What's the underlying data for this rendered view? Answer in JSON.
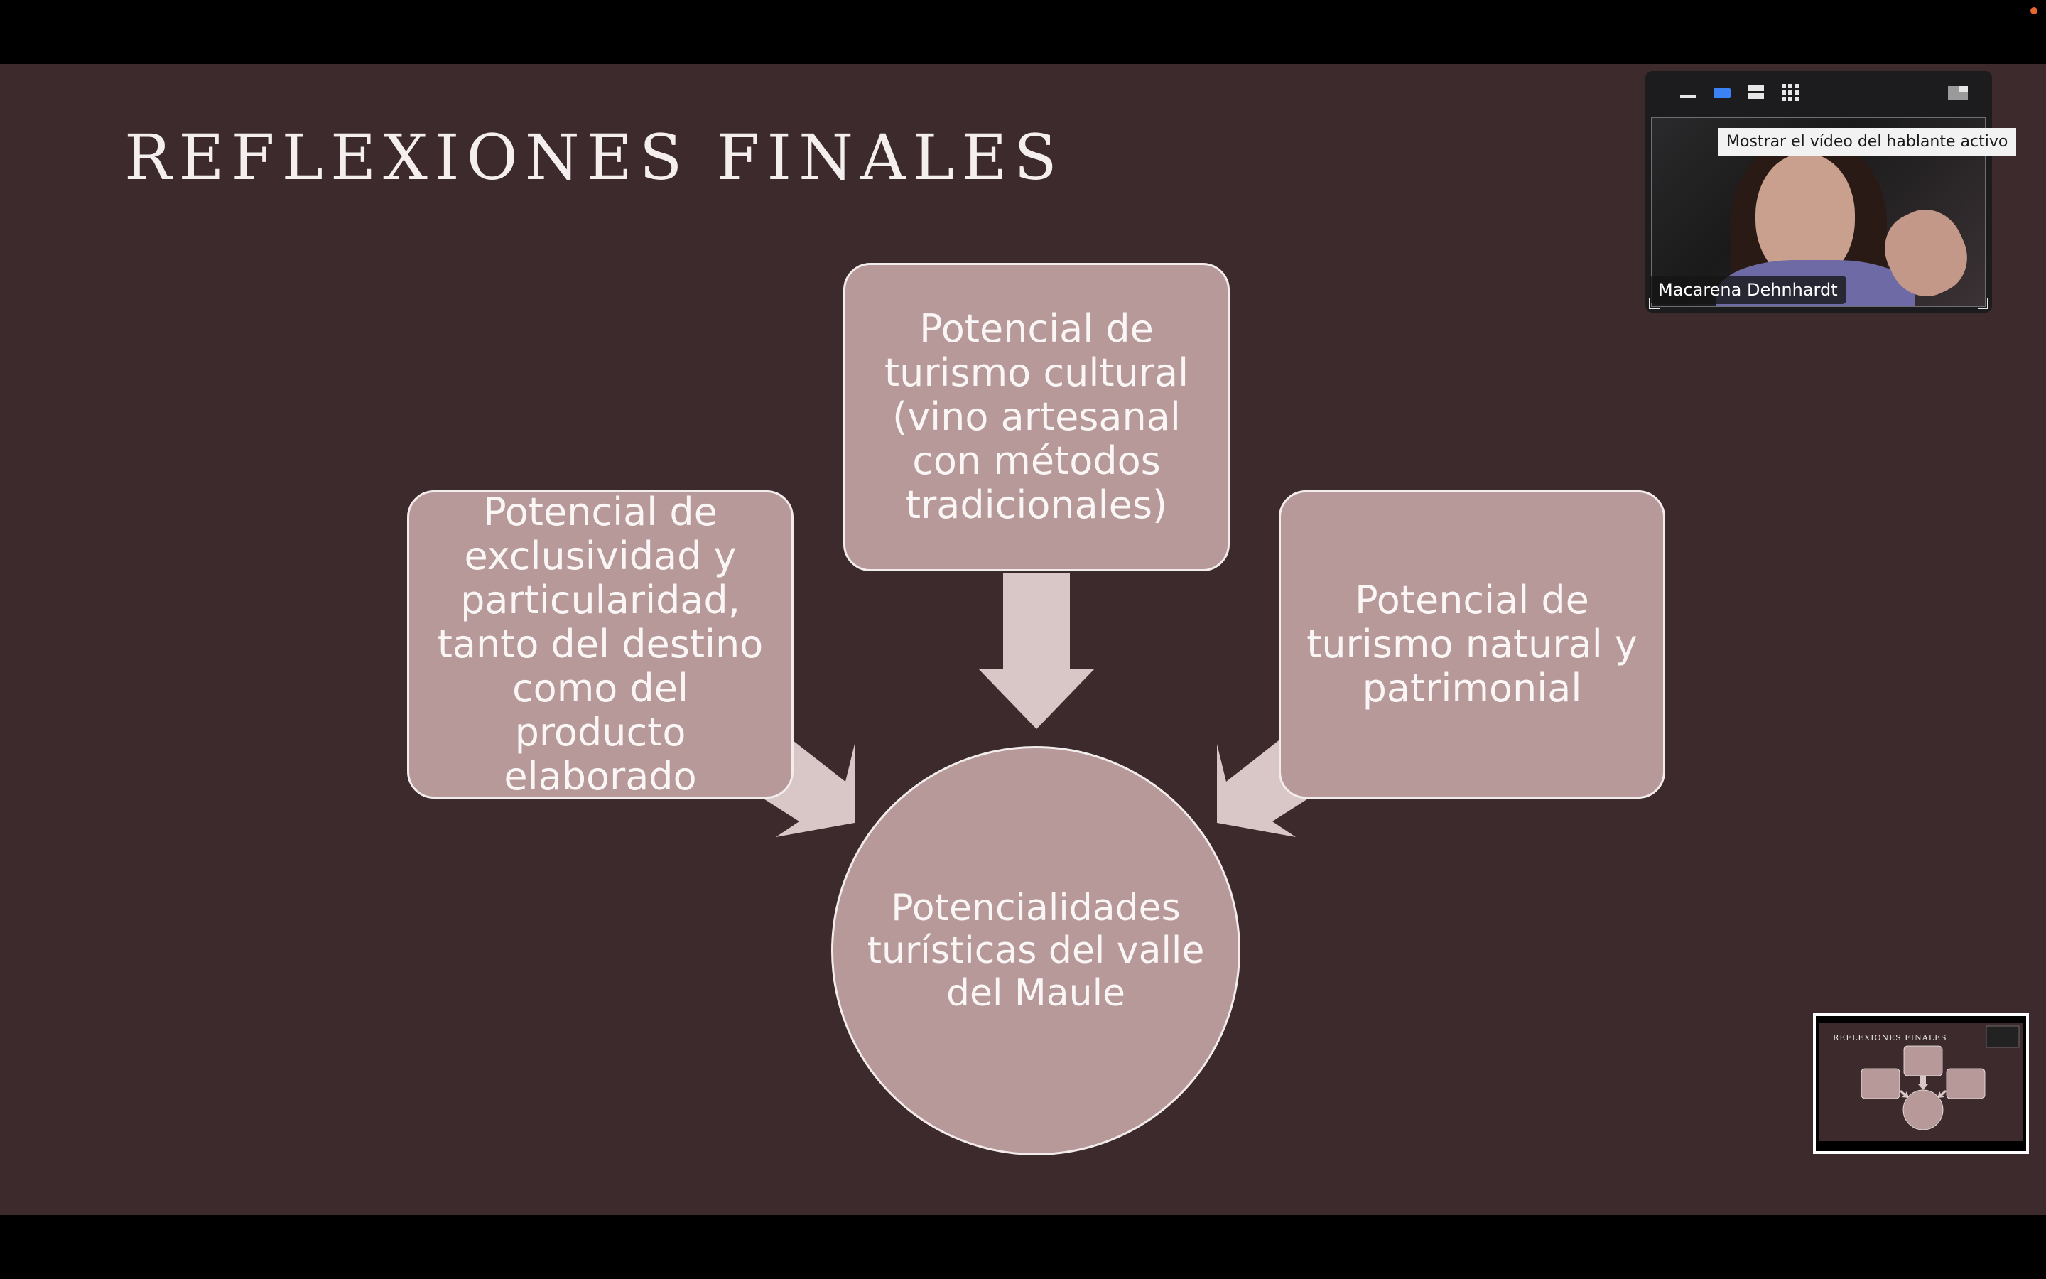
{
  "slide": {
    "title": "REFLEXIONES FINALES",
    "boxes": {
      "top": "Potencial de turismo cultural (vino artesanal con métodos tradicionales)",
      "left": "Potencial de exclusividad y particularidad, tanto del destino como del producto elaborado",
      "right": "Potencial de turismo natural y patrimonial"
    },
    "center": "Potencialidades turísticas del valle del Maule"
  },
  "video_panel": {
    "tooltip": "Mostrar el vídeo del hablante activo",
    "speaker_name": "Macarena Dehnhardt",
    "controls": [
      "minimize-icon",
      "speaker-view-icon",
      "stacked-view-icon",
      "gallery-view-icon",
      "pip-exit-icon"
    ]
  },
  "thumbnail": {
    "title": "REFLEXIONES FINALES"
  },
  "colors": {
    "slide_background": "#3d2a2c",
    "shape_fill": "#b69998",
    "arrow_fill": "#d9c6c6",
    "active_view": "#3b82f6"
  }
}
